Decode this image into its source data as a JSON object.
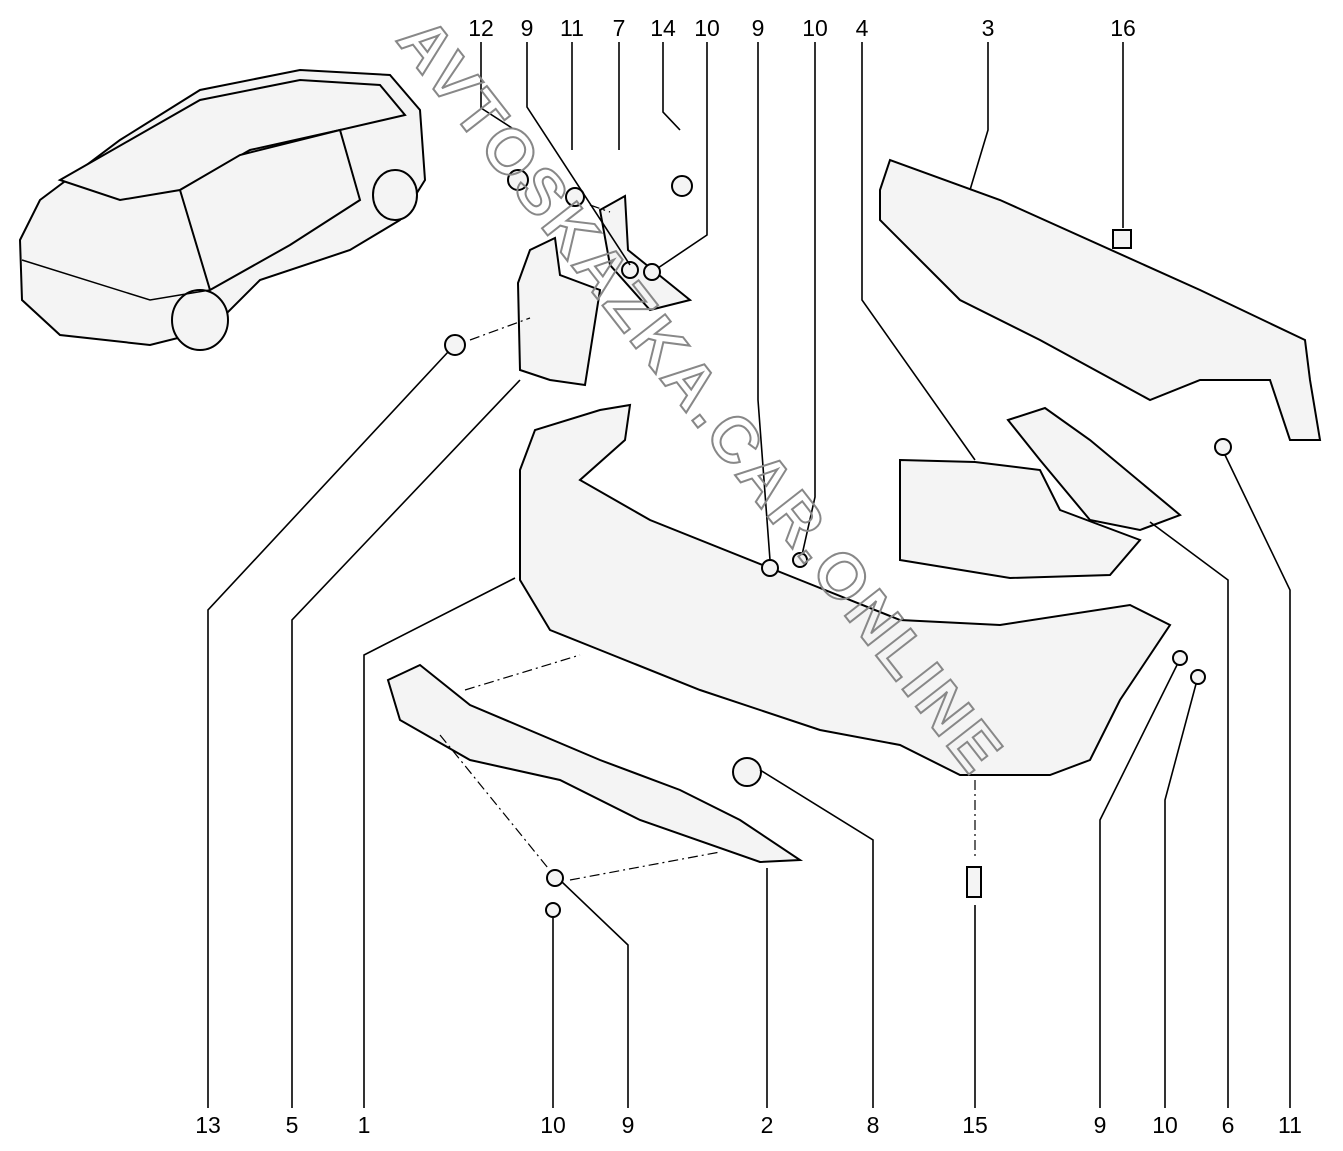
{
  "diagram": {
    "watermark": "AVTOSKAZKA.CAR.ONLINE",
    "top_callouts": [
      "12",
      "9",
      "11",
      "7",
      "14",
      "10",
      "9",
      "10",
      "4",
      "3",
      "16"
    ],
    "bottom_callouts": [
      "13",
      "5",
      "1",
      "10",
      "9",
      "2",
      "8",
      "15",
      "9",
      "10",
      "6",
      "11"
    ]
  }
}
